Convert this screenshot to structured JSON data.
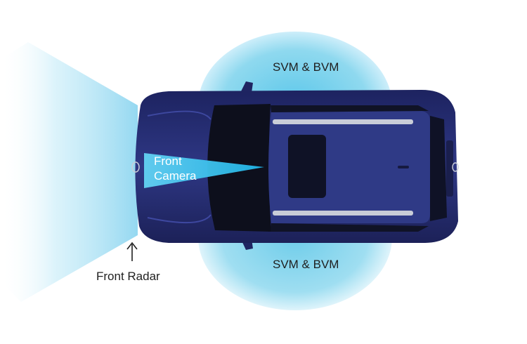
{
  "labels": {
    "svm_top": "SVM & BVM",
    "svm_bottom": "SVM & BVM",
    "front_camera_line1": "Front",
    "front_camera_line2": "Camera",
    "front_radar": "Front Radar"
  },
  "colors": {
    "background": "#ffffff",
    "sensor_zone": "#7fd3ec",
    "camera_beam": "#35c4ee",
    "car_body": "#232a6a",
    "car_roof": "#2f3a86",
    "glass": "#0d0f1c",
    "roof_rail": "#c9cdd8",
    "label_text": "#1f1f1f"
  },
  "icons": [
    "up-arrow-icon",
    "car-top-view"
  ]
}
